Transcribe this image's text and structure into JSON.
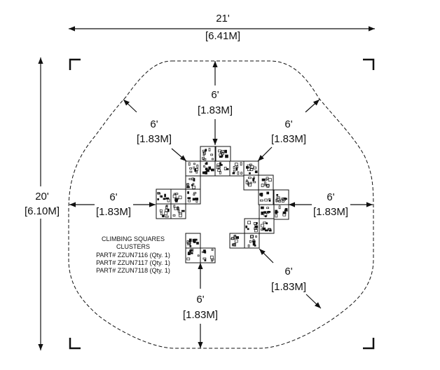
{
  "dimensions": {
    "overall_width": {
      "imperial": "21'",
      "metric": "[6.41M]"
    },
    "overall_depth": {
      "imperial": "20'",
      "metric": "[6.10M]"
    },
    "clearance": {
      "imperial": "6'",
      "metric": "[1.83M]"
    }
  },
  "notes": {
    "title_line1": "CLIMBING SQUARES",
    "title_line2": "CLUSTERS",
    "parts": [
      "PART# ZZUN7116 (Qty. 1)",
      "PART# ZZUN7117 (Qty. 1)",
      "PART# ZZUN7118 (Qty. 1)"
    ]
  },
  "colors": {
    "line": "#111111",
    "background": "#ffffff"
  },
  "symbols": [
    "arrow-icon",
    "corner-mark-icon",
    "climbing-square-icon"
  ]
}
